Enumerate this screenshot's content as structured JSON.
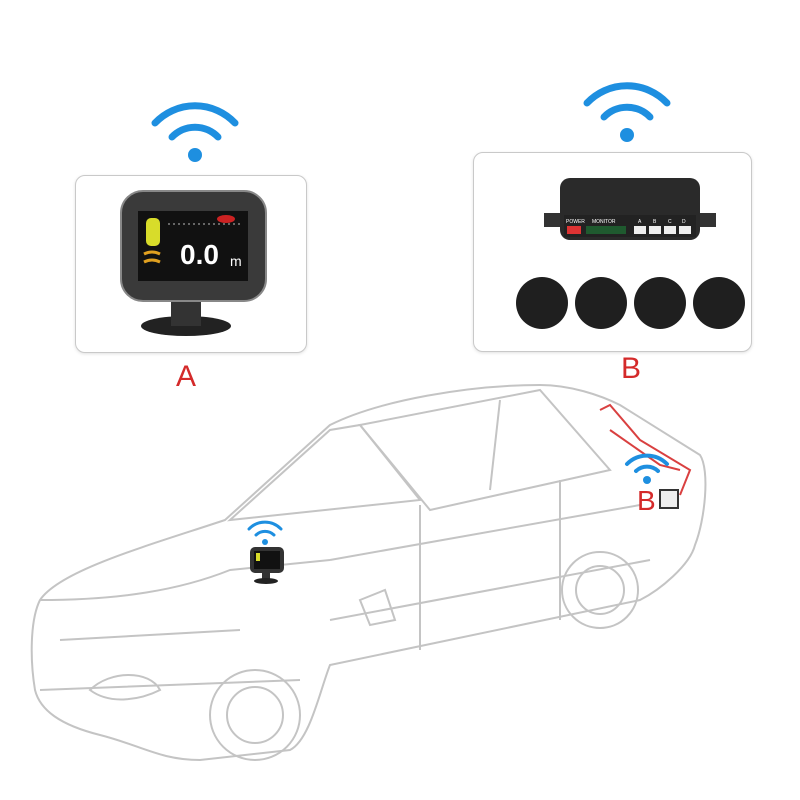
{
  "labels": {
    "display_unit": "A",
    "control_unit": "B",
    "car_sensor_location": "B"
  },
  "display": {
    "distance": "0.0",
    "unit": "m"
  },
  "control_box": {
    "power": "POWER",
    "monitor": "MONITOR",
    "ports": [
      "A",
      "B",
      "C",
      "D"
    ]
  },
  "colors": {
    "wifi_blue": "#1e8fe0",
    "label_red": "#d42a2a",
    "car_outline": "#c4c4c4",
    "wiring_red": "#d94040"
  },
  "icons": [
    "wifi-icon",
    "wifi-icon",
    "wifi-icon",
    "wifi-icon"
  ]
}
